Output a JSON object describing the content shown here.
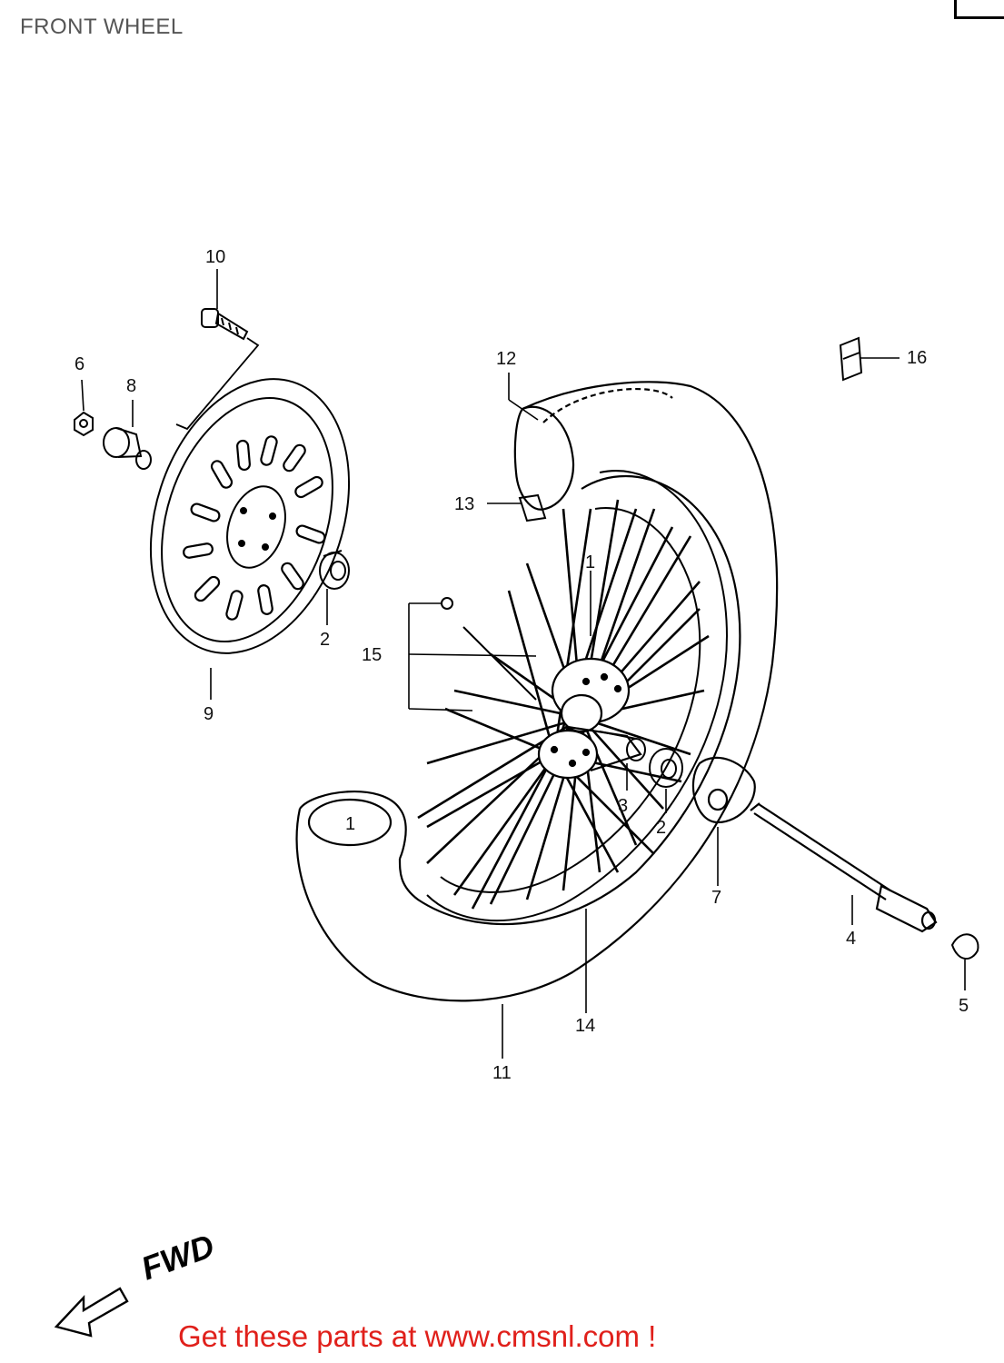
{
  "title": "FRONT WHEEL",
  "callouts": {
    "c1": "1",
    "c1b": "1",
    "c2": "2",
    "c2b": "2",
    "c3": "3",
    "c4": "4",
    "c5": "5",
    "c6": "6",
    "c7": "7",
    "c8": "8",
    "c9": "9",
    "c10": "10",
    "c11": "11",
    "c12": "12",
    "c13": "13",
    "c14": "14",
    "c15": "15",
    "c16": "16"
  },
  "fwd_label": "FWD",
  "footer": "Get these parts at www.cmsnl.com !",
  "colors": {
    "footer": "#e0201b",
    "title": "#555555",
    "ink": "#000000"
  }
}
